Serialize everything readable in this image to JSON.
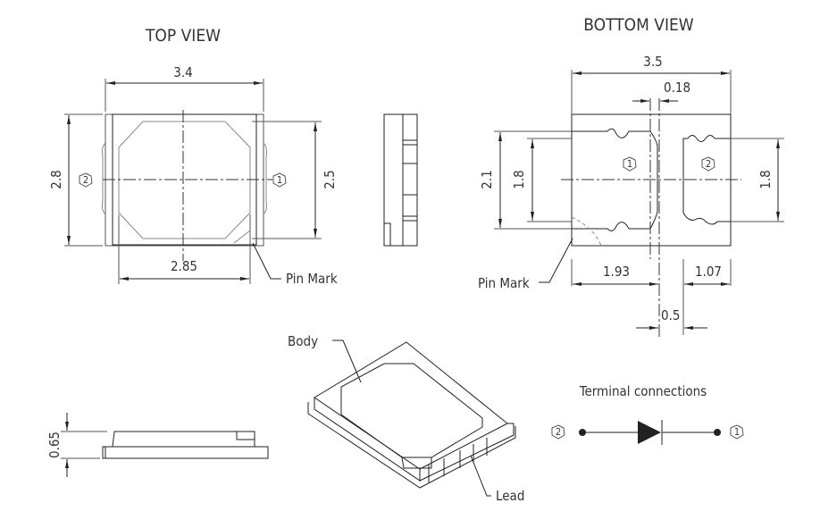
{
  "top_view": {
    "title": "TOP VIEW",
    "dims": {
      "width": "3.4",
      "height": "2.8",
      "lens_height": "2.5",
      "lens_width": "2.85"
    },
    "pin_left": "2",
    "pin_right": "1",
    "pin_mark_label": "Pin Mark"
  },
  "bottom_view": {
    "title": "BOTTOM VIEW",
    "dims": {
      "width": "3.5",
      "gap_small": "0.18",
      "pad1_height_outer": "2.1",
      "pad1_height": "1.8",
      "pad2_height": "1.8",
      "pad1_width": "1.93",
      "pad2_width": "1.07",
      "gap": "0.5"
    },
    "pad1": "1",
    "pad2": "2",
    "pin_mark_label": "Pin Mark"
  },
  "side_view": {
    "thickness": "0.65"
  },
  "iso_view": {
    "body_label": "Body",
    "lead_label": "Lead"
  },
  "terminal": {
    "title": "Terminal connections",
    "left_pin": "2",
    "right_pin": "1"
  }
}
